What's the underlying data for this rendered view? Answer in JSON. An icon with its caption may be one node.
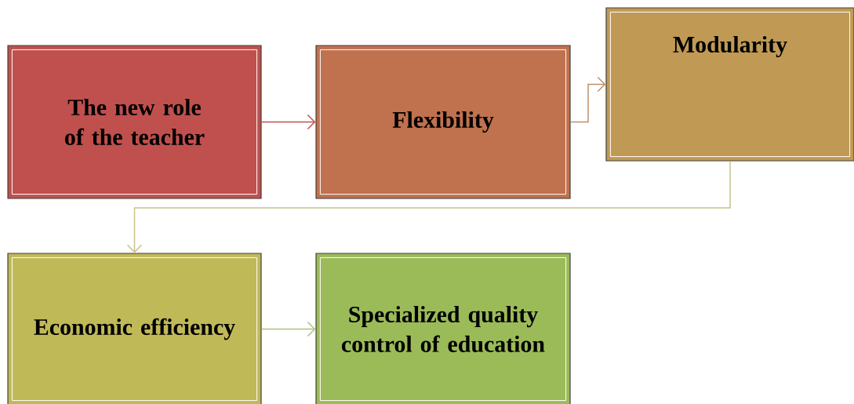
{
  "diagram": {
    "nodes": [
      {
        "text": [
          "The new role of the teacher"
        ]
      },
      {
        "text": [
          "Flexibility"
        ]
      },
      {
        "text": [
          "Modularity"
        ]
      },
      {
        "text": [
          "Economic efficiency"
        ]
      },
      {
        "text": [
          "Specialized quality control of education"
        ]
      }
    ],
    "edges": [
      {
        "from": 0,
        "to": 1,
        "arrow": "to",
        "color": "#c0504d"
      },
      {
        "from": 1,
        "to": 2,
        "arrow": "to",
        "color": "#c0906a"
      },
      {
        "from": 2,
        "to": 3,
        "arrow": "to",
        "color": "#c8c48a"
      },
      {
        "from": 3,
        "to": 4,
        "arrow": "to",
        "color": "#a8c47a"
      }
    ]
  }
}
